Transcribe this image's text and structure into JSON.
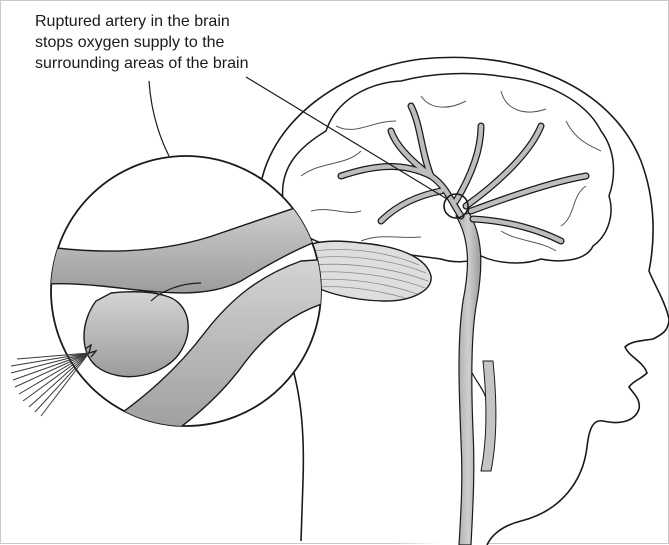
{
  "figure": {
    "caption_lines": [
      "Ruptured artery in the brain",
      "stops oxygen supply to the",
      "surrounding areas of the brain"
    ]
  },
  "colors": {
    "outline": "#1a1a1a",
    "brain_fill": "#ffffff",
    "vessel_fill": "#bdbdbd",
    "vessel_dark": "#8f8f8f",
    "cerebellum_fill": "#dedede",
    "background": "#ffffff"
  }
}
